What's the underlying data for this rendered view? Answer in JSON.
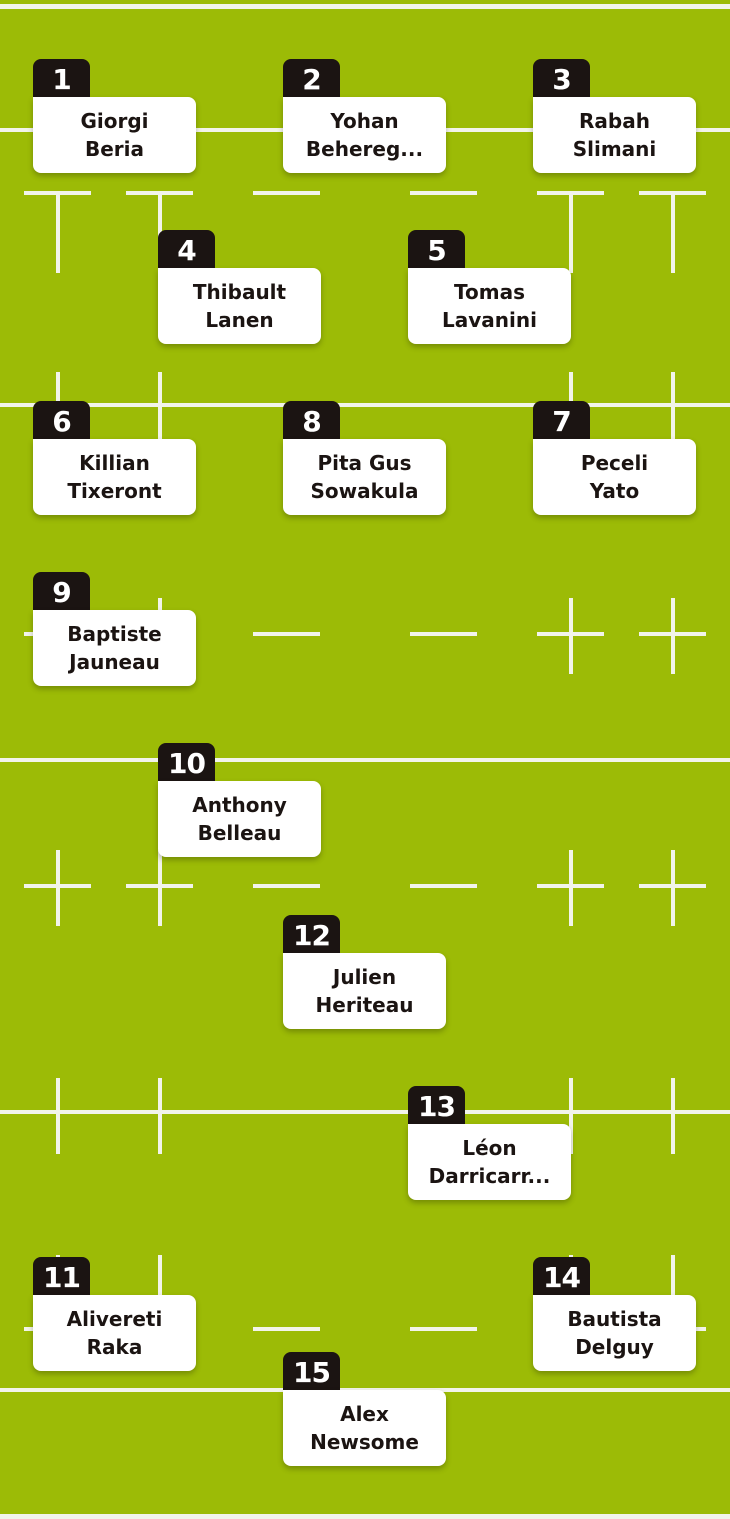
{
  "colors": {
    "field": "#9cbb06",
    "line": "#f2f4ea",
    "badge": "#1b1412",
    "card": "#ffffff"
  },
  "players": [
    {
      "number": "1",
      "first": "Giorgi",
      "last": "Beria"
    },
    {
      "number": "2",
      "first": "Yohan",
      "last": "Behereg..."
    },
    {
      "number": "3",
      "first": "Rabah",
      "last": "Slimani"
    },
    {
      "number": "4",
      "first": "Thibault",
      "last": "Lanen"
    },
    {
      "number": "5",
      "first": "Tomas",
      "last": "Lavanini"
    },
    {
      "number": "6",
      "first": "Killian",
      "last": "Tixeront"
    },
    {
      "number": "8",
      "first": "Pita Gus",
      "last": "Sowakula"
    },
    {
      "number": "7",
      "first": "Peceli",
      "last": "Yato"
    },
    {
      "number": "9",
      "first": "Baptiste",
      "last": "Jauneau"
    },
    {
      "number": "10",
      "first": "Anthony",
      "last": "Belleau"
    },
    {
      "number": "12",
      "first": "Julien",
      "last": "Heriteau"
    },
    {
      "number": "13",
      "first": "Léon",
      "last": "Darricarr..."
    },
    {
      "number": "11",
      "first": "Alivereti",
      "last": "Raka"
    },
    {
      "number": "14",
      "first": "Bautista",
      "last": "Delguy"
    },
    {
      "number": "15",
      "first": "Alex",
      "last": "Newsome"
    }
  ]
}
